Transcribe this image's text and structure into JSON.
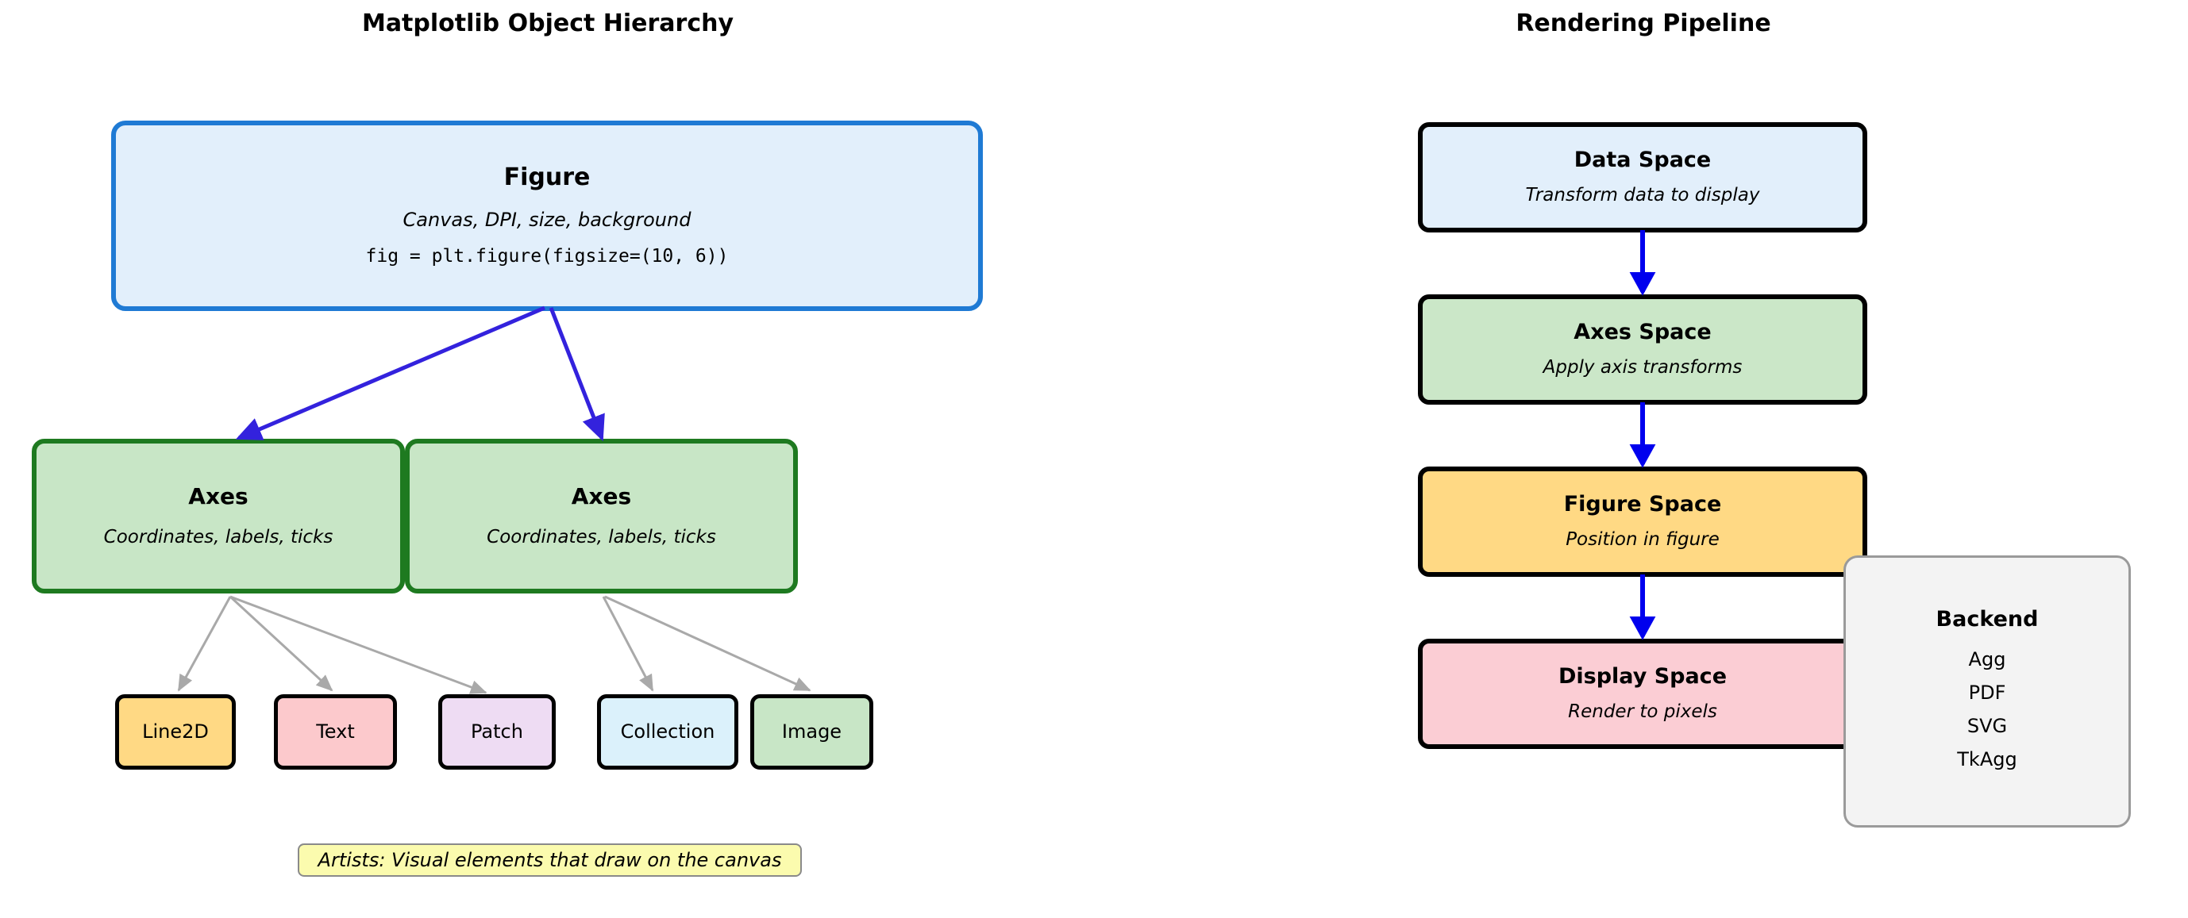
{
  "panels": {
    "hierarchy_title": "Matplotlib Object Hierarchy",
    "pipeline_title": "Rendering Pipeline"
  },
  "hierarchy": {
    "figure": {
      "title": "Figure",
      "subtitle": "Canvas, DPI, size, background",
      "code": "fig = plt.figure(figsize=(10, 6))",
      "fill": "#e2effb",
      "border": "#1f7ad4"
    },
    "axes": [
      {
        "title": "Axes",
        "subtitle": "Coordinates, labels, ticks",
        "fill": "#c8e6c6",
        "border": "#1e7a20"
      },
      {
        "title": "Axes",
        "subtitle": "Coordinates, labels, ticks",
        "fill": "#c8e6c6",
        "border": "#1e7a20"
      }
    ],
    "artists": [
      {
        "label": "Line2D",
        "fill": "#ffd984"
      },
      {
        "label": "Text",
        "fill": "#fcc9cc"
      },
      {
        "label": "Patch",
        "fill": "#eedcf3"
      },
      {
        "label": "Collection",
        "fill": "#dbf1fb"
      },
      {
        "label": "Image",
        "fill": "#c8e6c6"
      }
    ],
    "annotation": {
      "text": "Artists: Visual elements that draw on the canvas",
      "fill": "#fbfbae",
      "border": "#8a8a8a"
    },
    "arrow_colors": {
      "figure_to_axes": "#3322dd",
      "axes_to_artists": "#a9a9a9"
    }
  },
  "pipeline": {
    "stages": [
      {
        "title": "Data Space",
        "subtitle": "Transform data to display",
        "fill": "#e2effb"
      },
      {
        "title": "Axes Space",
        "subtitle": "Apply axis transforms",
        "fill": "#cbe7c8"
      },
      {
        "title": "Figure Space",
        "subtitle": "Position in figure",
        "fill": "#ffd984"
      },
      {
        "title": "Display Space",
        "subtitle": "Render to pixels",
        "fill": "#fbcdd4"
      }
    ],
    "arrow_color": "#0000ee"
  },
  "backend": {
    "title": "Backend",
    "items": [
      "Agg",
      "PDF",
      "SVG",
      "TkAgg"
    ],
    "fill": "#f3f3f3",
    "border": "#9a9a9a"
  }
}
